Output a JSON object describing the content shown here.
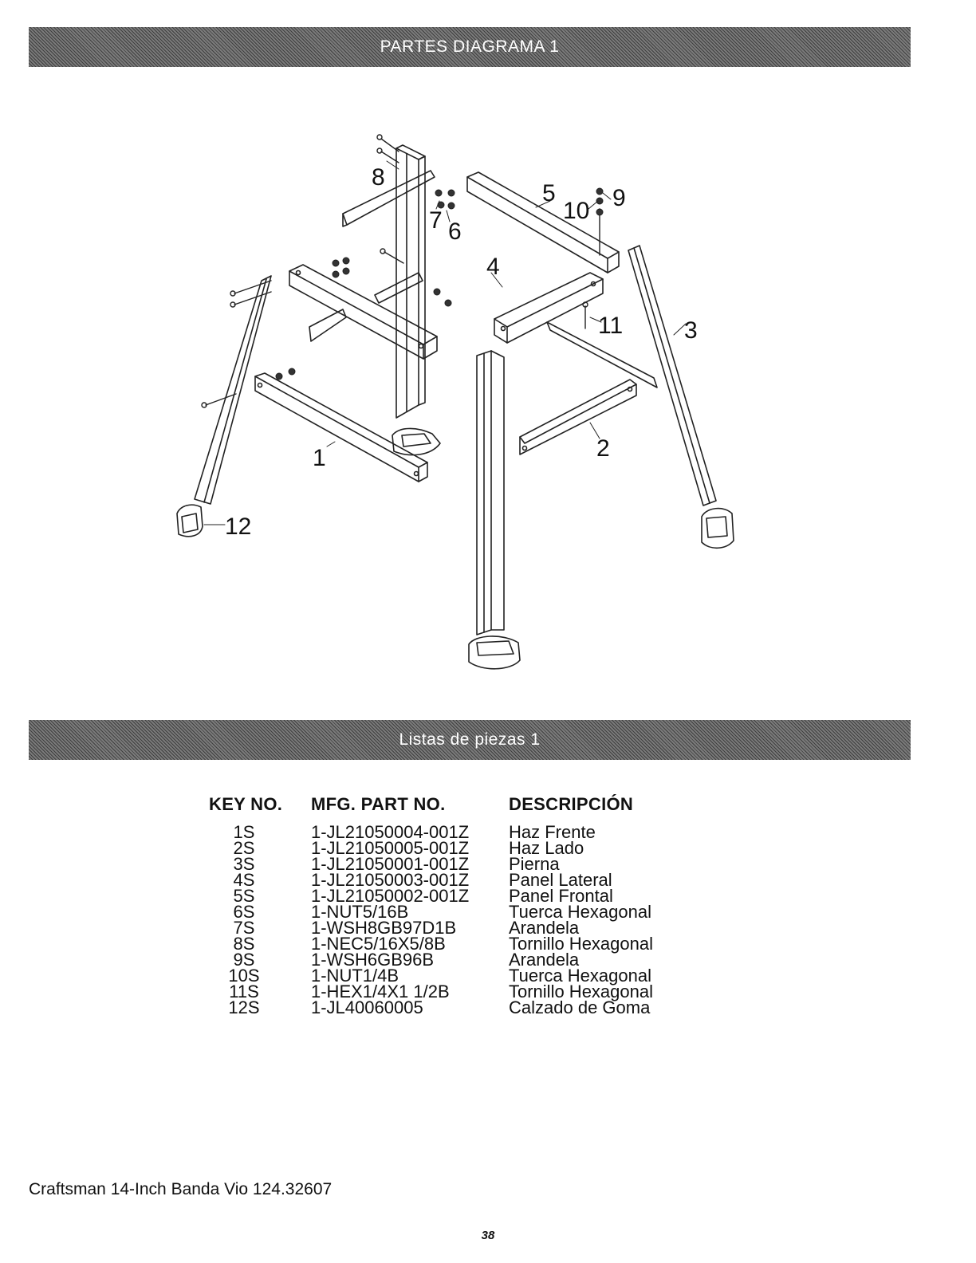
{
  "header": {
    "title": "PARTES DIAGRAMA 1"
  },
  "diagram": {
    "callouts": [
      "1",
      "2",
      "3",
      "4",
      "5",
      "6",
      "7",
      "8",
      "9",
      "10",
      "11",
      "12"
    ]
  },
  "parts_section": {
    "title": "Listas de piezas 1"
  },
  "table": {
    "headers": {
      "key": "KEY NO.",
      "part": "MFG. PART NO.",
      "desc": "DESCRIPCIÓN"
    },
    "rows": [
      {
        "key": "1S",
        "part": "1-JL21050004-001Z",
        "desc": "Haz Frente"
      },
      {
        "key": "2S",
        "part": "1-JL21050005-001Z",
        "desc": "Haz Lado"
      },
      {
        "key": "3S",
        "part": "1-JL21050001-001Z",
        "desc": "Pierna"
      },
      {
        "key": "4S",
        "part": "1-JL21050003-001Z",
        "desc": "Panel Lateral"
      },
      {
        "key": "5S",
        "part": "1-JL21050002-001Z",
        "desc": "Panel Frontal"
      },
      {
        "key": "6S",
        "part": "1-NUT5/16B",
        "desc": "Tuerca Hexagonal"
      },
      {
        "key": "7S",
        "part": "1-WSH8GB97D1B",
        "desc": "Arandela"
      },
      {
        "key": "8S",
        "part": "1-NEC5/16X5/8B",
        "desc": "Tornillo Hexagonal"
      },
      {
        "key": "9S",
        "part": "1-WSH6GB96B",
        "desc": "Arandela"
      },
      {
        "key": "10S",
        "part": "1-NUT1/4B",
        "desc": "Tuerca Hexagonal"
      },
      {
        "key": "11S",
        "part": "1-HEX1/4X1 1/2B",
        "desc": "Tornillo Hexagonal"
      },
      {
        "key": "12S",
        "part": "1-JL40060005",
        "desc": "Calzado de Goma"
      }
    ]
  },
  "footer": {
    "title": "Craftsman 14-Inch Banda Vio 124.32607",
    "page": "38"
  }
}
